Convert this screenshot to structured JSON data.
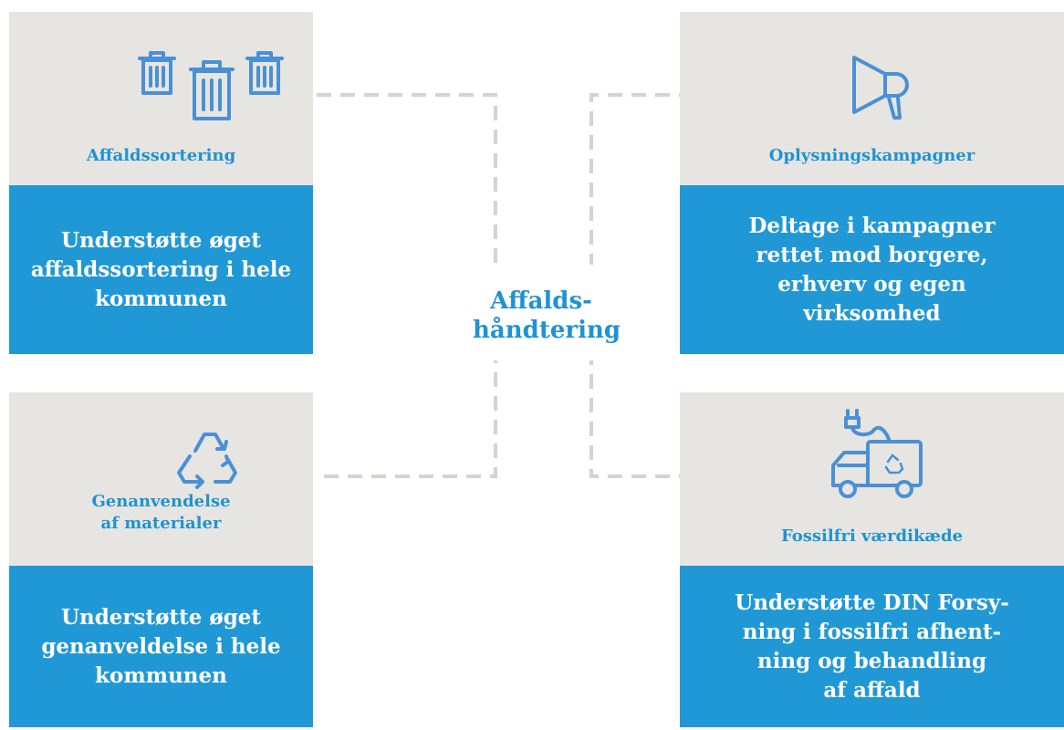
{
  "center": {
    "label": "Affalds-\nhåndtering"
  },
  "cards": {
    "top_left": {
      "title": "Affaldssortering",
      "body": "Understøtte øget\naffaldssortering i hele\nkommunen",
      "icon": "trash-bins-icon"
    },
    "top_right": {
      "title": "Oplysningskampagner",
      "body": "Deltage i kampagner\nrettet mod borgere,\nerhverv og egen\nvirksomhed",
      "icon": "megaphone-icon"
    },
    "bottom_left": {
      "title": "Genanvendelse\naf materialer",
      "body": "Understøtte øget\ngenanveldelse i hele\nkommunen",
      "icon": "recycle-icon"
    },
    "bottom_right": {
      "title": "Fossilfri værdikæde",
      "body": "Understøtte DIN Forsy-\nning i fossilfri afhent-\nning  og behandling\naf affald",
      "icon": "electric-truck-icon"
    }
  },
  "colors": {
    "accent": "#1e93d3",
    "card_top": "#e7e5e1",
    "card_body": "#2198d6",
    "connector": "#d6d3cc"
  }
}
